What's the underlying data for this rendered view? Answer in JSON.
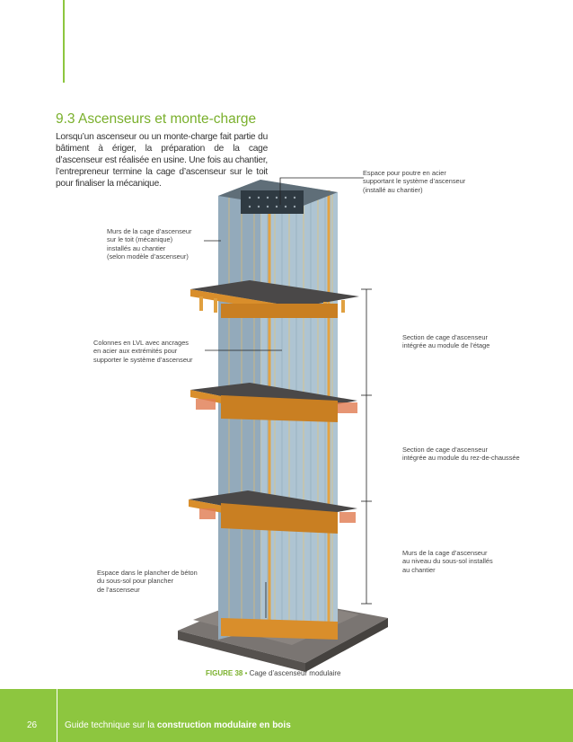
{
  "section": {
    "heading": "9.3  Ascenseurs et monte-charge",
    "intro": "Lorsqu’un ascenseur ou un monte-charge fait partie du bâtiment à ériger, la préparation de la cage d’ascenseur est réalisée en usine. Une fois au chantier, l’entrepre­neur termine la cage d’ascenseur sur le toit pour fina­liser la mécanique."
  },
  "annotations": {
    "steel_beam": "Espace pour poutre en acier\nsupportant le système d’ascenseur\n(installé au chantier)",
    "roof_walls": "Murs de la cage d’ascenseur\nsur le toit (mécanique)\ninstallés au chantier\n(selon modèle d’ascenseur)",
    "lvl_columns": "Colonnes en LVL avec ancrages\nen acier aux extrémités pour\nsupporter le système d’ascenseur",
    "floor_section": "Section de cage d’ascenseur\nintégrée au module de l’étage",
    "ground_section": "Section de cage d’ascenseur\nintégrée au module du rez-de-chaussée",
    "basement_walls": "Murs de la cage d’ascenseur\nau niveau du sous-sol installés\nau chantier",
    "slab_space": "Espace dans le plancher de béton\ndu sous-sol pour plancher\nde l’ascenseur"
  },
  "figure": {
    "label": "FIGURE 38",
    "separator": " • ",
    "title": "Cage d’ascenseur modulaire"
  },
  "footer": {
    "page_number": "26",
    "text_prefix": "Guide technique sur la ",
    "text_bold": "construction modulaire en bois"
  },
  "colors": {
    "accent": "#8dc63f",
    "heading": "#7ab02c",
    "panel_blue": "#a9bfcd",
    "wood": "#d98e2b",
    "concrete": "#6e6a66"
  }
}
